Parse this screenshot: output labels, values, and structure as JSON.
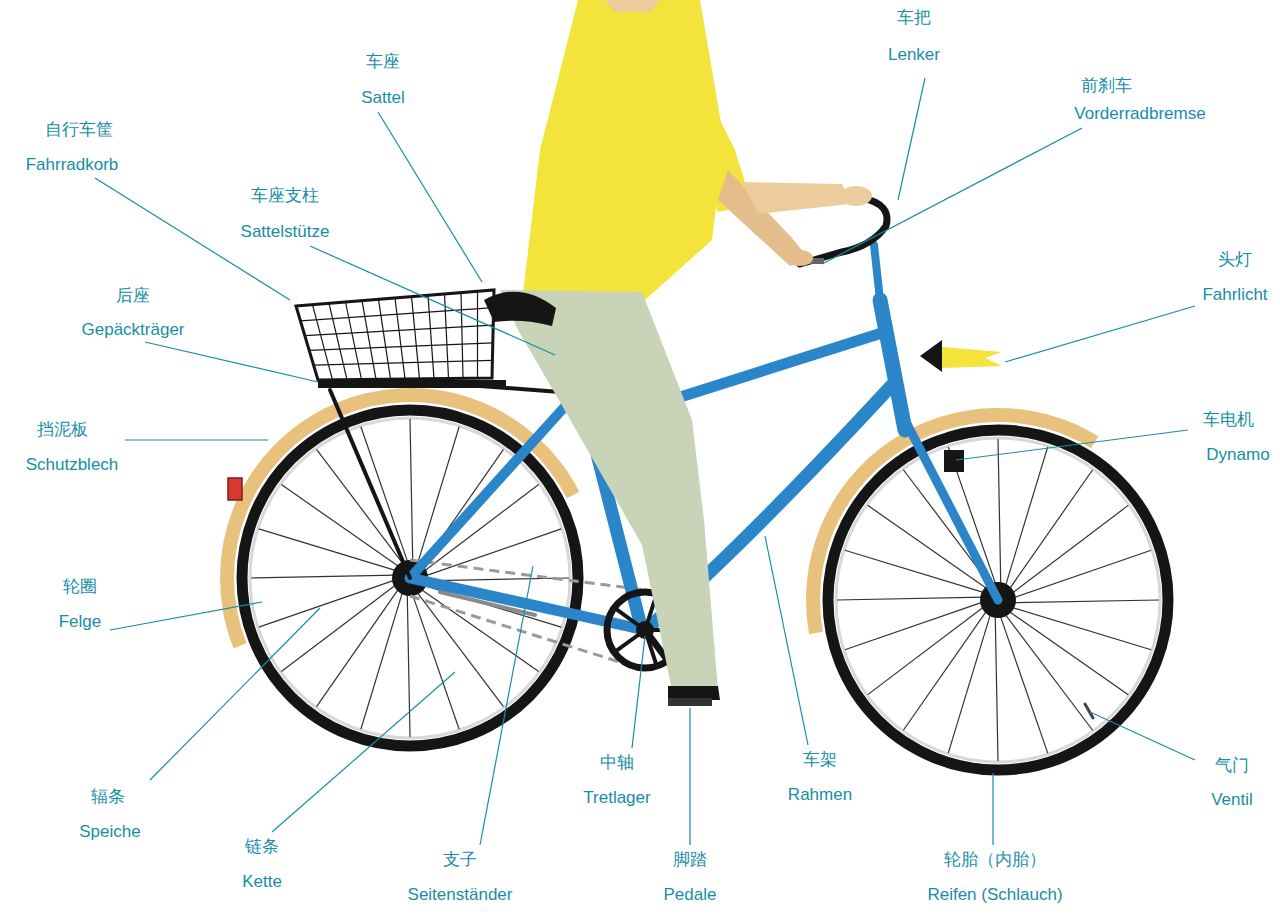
{
  "diagram": {
    "labels": [
      "车把",
      "Lenker",
      "车座",
      "Sattel",
      "前刹车",
      "Vorderradbremse",
      "自行车筐",
      "Fahrradkorb",
      "车座支柱",
      "Sattelstütze",
      "头灯",
      "Fahrlicht",
      "后座",
      "Gepäckträger",
      "挡泥板",
      "Schutzblech",
      "车电机",
      "Dynamo",
      "轮圈",
      "Felge",
      "辐条",
      "Speiche",
      "中轴",
      "Tretlager",
      "车架",
      "Rahmen",
      "气门",
      "Ventil",
      "链条",
      "Kette",
      "支子",
      "Seitenständer",
      "脚踏",
      "Pedale",
      "轮胎（内胎）",
      "Reifen (Schlauch)"
    ]
  }
}
